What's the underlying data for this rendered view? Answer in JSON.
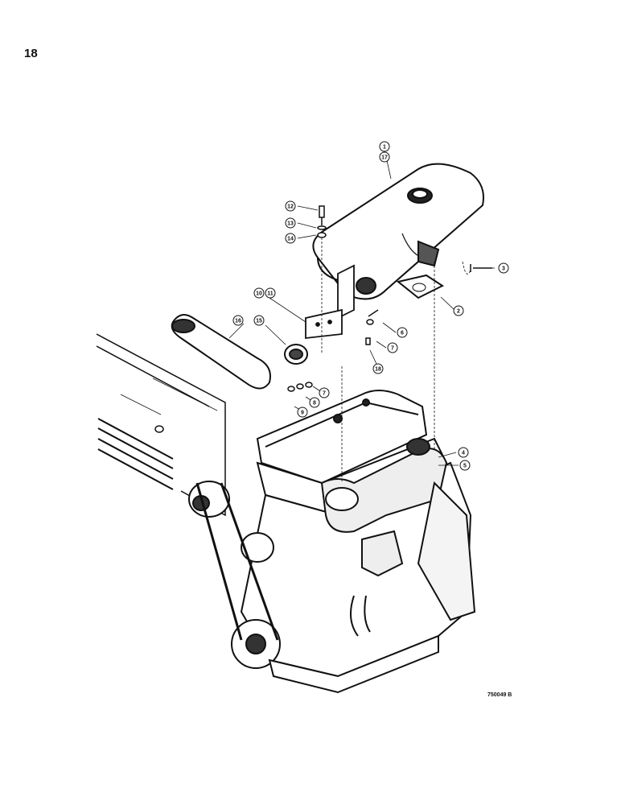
{
  "page": {
    "number": "18",
    "figure_code": "750049 B"
  },
  "callouts": [
    {
      "id": "c1",
      "label": "1"
    },
    {
      "id": "c17",
      "label": "17"
    },
    {
      "id": "c12",
      "label": "12"
    },
    {
      "id": "c13",
      "label": "13"
    },
    {
      "id": "c14",
      "label": "14"
    },
    {
      "id": "c3",
      "label": "3"
    },
    {
      "id": "c2",
      "label": "2"
    },
    {
      "id": "c10",
      "label": "10"
    },
    {
      "id": "c11",
      "label": "11"
    },
    {
      "id": "c16",
      "label": "16"
    },
    {
      "id": "c15",
      "label": "15"
    },
    {
      "id": "c6",
      "label": "6"
    },
    {
      "id": "c7",
      "label": "7"
    },
    {
      "id": "c18",
      "label": "18"
    },
    {
      "id": "c7b",
      "label": "7"
    },
    {
      "id": "c8",
      "label": "8"
    },
    {
      "id": "c9",
      "label": "9"
    },
    {
      "id": "c4",
      "label": "4"
    },
    {
      "id": "c5",
      "label": "5"
    }
  ]
}
